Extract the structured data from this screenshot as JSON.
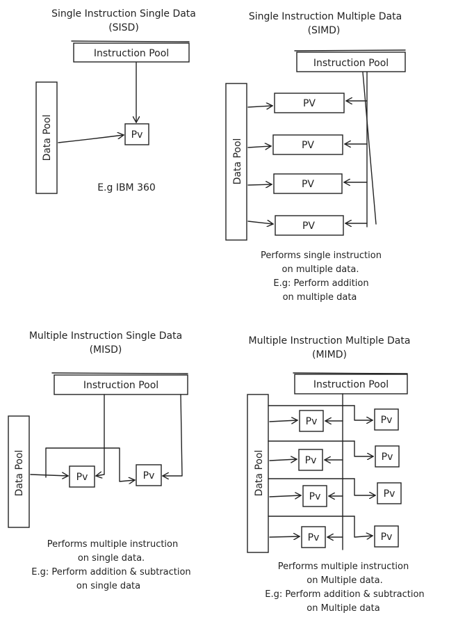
{
  "sisd": {
    "title_line1": "Single Instruction Single Data",
    "title_line2": "(SISD)",
    "instruction_pool": "Instruction Pool",
    "data_pool": "Data Pool",
    "pv": "Pv",
    "example": "E.g IBM 360"
  },
  "simd": {
    "title_line1": "Single Instruction Multiple Data",
    "title_line2": "(SIMD)",
    "instruction_pool": "Instruction Pool",
    "data_pool": "Data Pool",
    "pvs": [
      "PV",
      "PV",
      "PV",
      "PV"
    ],
    "desc": [
      "Performs single instruction",
      "on multiple data.",
      "E.g: Perform addition",
      "on multiple data"
    ]
  },
  "misd": {
    "title_line1": "Multiple Instruction Single Data",
    "title_line2": "(MISD)",
    "instruction_pool": "Instruction Pool",
    "data_pool": "Data Pool",
    "pvs": [
      "Pv",
      "Pv"
    ],
    "desc": [
      "Performs multiple instruction",
      "on single data.",
      "E.g: Perform addition & subtraction",
      "on single data"
    ]
  },
  "mimd": {
    "title_line1": "Multiple Instruction Multiple Data",
    "title_line2": "(MIMD)",
    "instruction_pool": "Instruction Pool",
    "data_pool": "Data Pool",
    "pvs_left": [
      "Pv",
      "Pv",
      "Pv",
      "Pv"
    ],
    "pvs_right": [
      "Pv",
      "Pv",
      "Pv",
      "Pv"
    ],
    "desc": [
      "Performs multiple instruction",
      "on Multiple data.",
      "E.g: Perform addition & subtraction",
      "on Multiple data"
    ]
  }
}
